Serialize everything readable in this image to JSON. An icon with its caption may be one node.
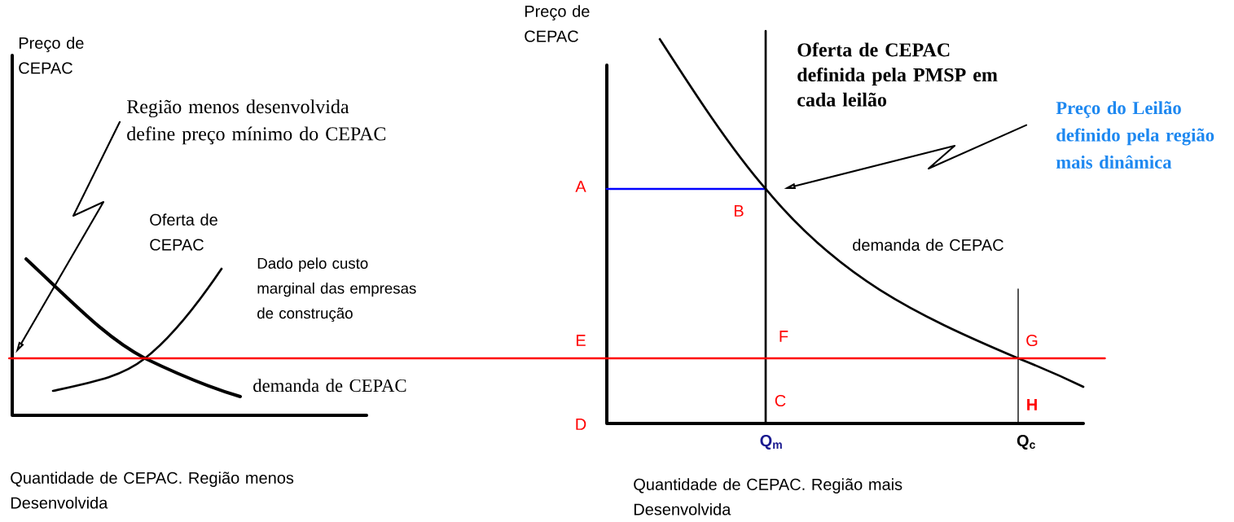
{
  "diagram": {
    "nodes": [
      {
        "text": [
          "Região menos desenvolvida define preço mínimo do CEPAC"
        ]
      },
      {
        "text": [
          "Preço do Leilão definido pela região mais dinâmica"
        ]
      },
      {
        "text": [],
        "shape": "line"
      }
    ],
    "edges": [
      {
        "from": 0,
        "to": 2,
        "arrow": "to"
      },
      {
        "from": 1,
        "to": null,
        "arrow": "to"
      }
    ],
    "labels": [
      "Preço de CEPAC",
      "Oferta de CEPAC",
      "Dado pelo custo marginal das empresas de construção",
      "demanda de CEPAC",
      "Quantidade de CEPAC. Região menos Desenvolvida",
      "Preço de CEPAC",
      "Oferta de CEPAC definida pela PMSP em cada leilão",
      "A",
      "B",
      "demanda de CEPAC",
      "E",
      "F",
      "G",
      "C",
      "H",
      "D",
      "Q$_{m}$",
      "Q$_{c}$",
      "Quantidade de CEPAC. Região mais Desenvolvida"
    ]
  }
}
